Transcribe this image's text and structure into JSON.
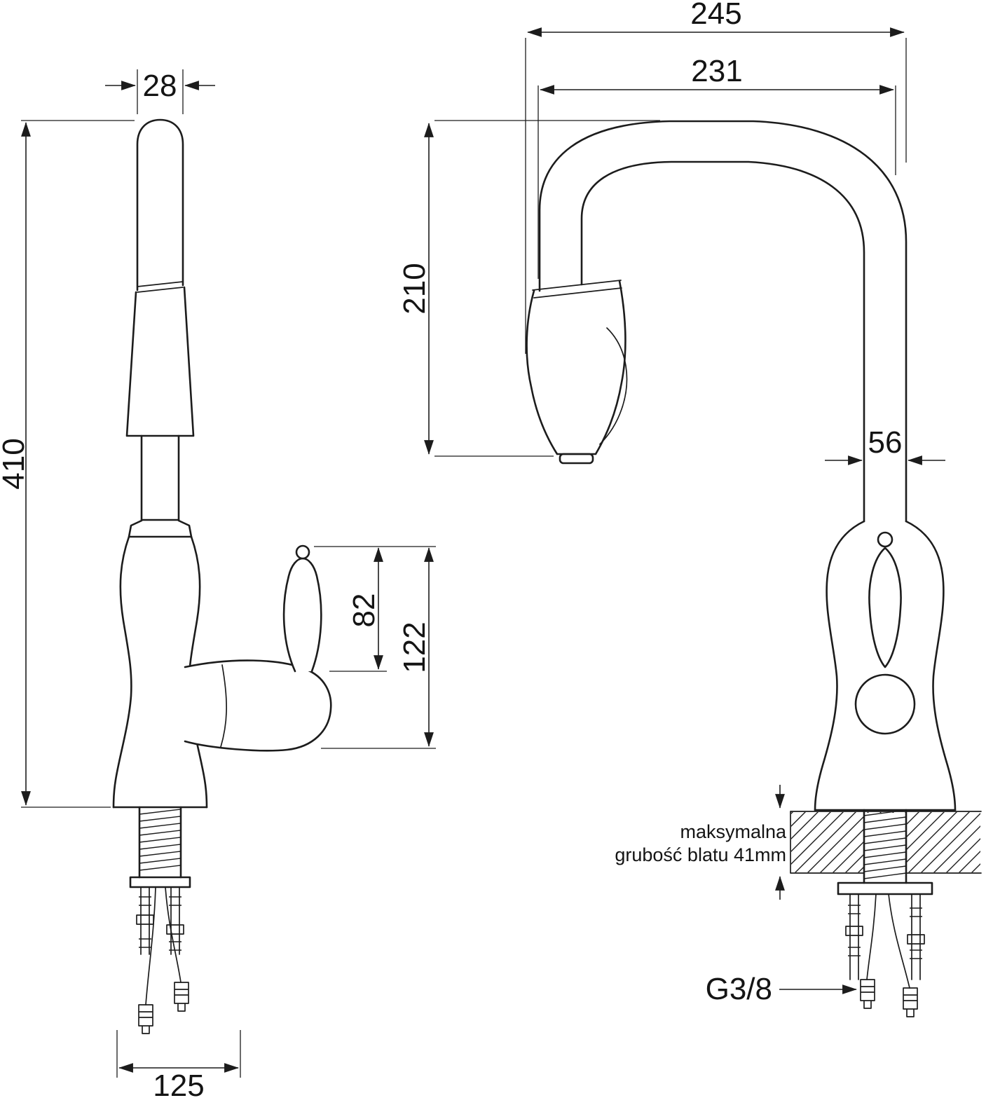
{
  "page": {
    "background": "#ffffff",
    "line_color": "#1c1c1c"
  },
  "drawing": {
    "side_view": {
      "spout_top_width": "28",
      "total_height": "410",
      "lever_height": "82",
      "handle_height": "122",
      "base_depth": "125"
    },
    "front_view": {
      "total_width": "245",
      "spout_reach": "231",
      "spout_height": "210",
      "body_width": "56",
      "counter_note_line1": "maksymalna",
      "counter_note_line2": "grubość blatu 41mm",
      "thread_label": "G3/8"
    }
  }
}
